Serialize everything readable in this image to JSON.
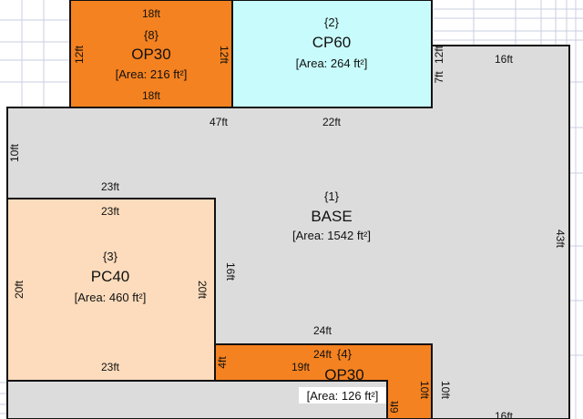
{
  "sketch": {
    "colors": {
      "base": "#dcdcdc",
      "op30": "#f58220",
      "cp60": "#c8fcfc",
      "pc40": "#fcdcbc",
      "outline": "#111111",
      "grid": "#c9cfe0"
    },
    "areas": {
      "op30_top": {
        "id": "{8}",
        "code": "OP30",
        "area": "[Area: 216 ft²]",
        "top": "18ft",
        "bottom": "18ft",
        "left": "12ft",
        "right": "12ft"
      },
      "cp60": {
        "id": "{2}",
        "code": "CP60",
        "area": "[Area: 264 ft²]",
        "right": "12ft"
      },
      "base": {
        "id": "{1}",
        "code": "BASE",
        "area": "[Area: 1542 ft²]",
        "top_left": "47ft",
        "top_mid": "22ft",
        "top_right": "16ft",
        "notch": "7ft",
        "left": "10ft",
        "right": "43ft",
        "inner_top": "23ft",
        "inner_side": "16ft",
        "lower": "24ft",
        "bottom_right": "16ft"
      },
      "pc40": {
        "id": "{3}",
        "code": "PC40",
        "area": "[Area: 460 ft²]",
        "top": "23ft",
        "bottom": "23ft",
        "left": "20ft",
        "right": "20ft"
      },
      "op30_bottom": {
        "id": "{4}",
        "code": "OP30",
        "area": "[Area: 126 ft²]",
        "top": "24ft",
        "mid": "19ft",
        "left": "4ft",
        "right": "10ft",
        "right_inner": "10ft",
        "step": "6ft"
      }
    }
  }
}
